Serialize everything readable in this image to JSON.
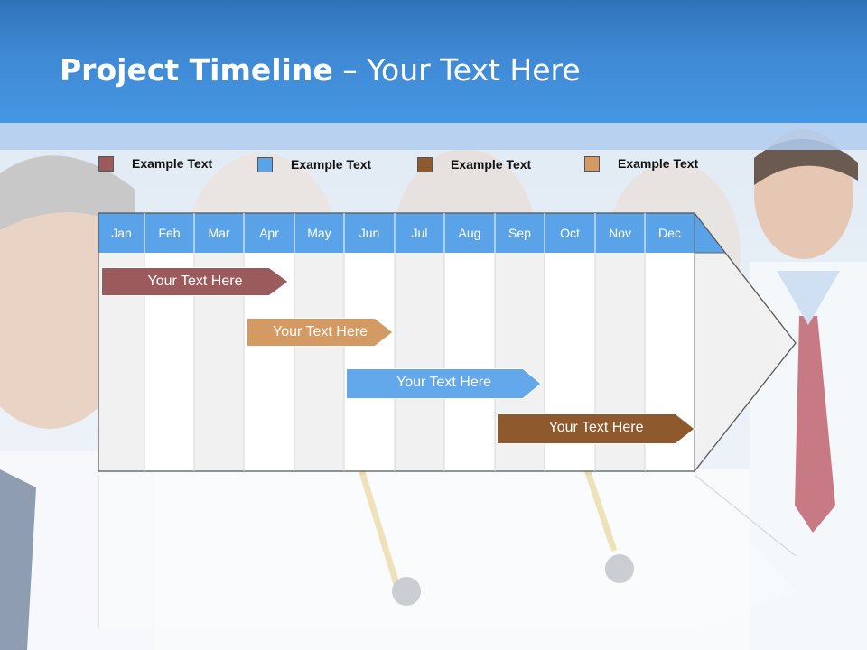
{
  "slide": {
    "title_bold": "Project Timeline",
    "title_rest": " – Your Text Here"
  },
  "legend": [
    {
      "label": "Example Text",
      "color": "#9b5a5c"
    },
    {
      "label": "Example Text",
      "color": "#5aa4e6"
    },
    {
      "label": "Example Text",
      "color": "#8e5a2d"
    },
    {
      "label": "Example Text",
      "color": "#d39a63"
    }
  ],
  "timeline": {
    "months": [
      "Jan",
      "Feb",
      "Mar",
      "Apr",
      "May",
      "Jun",
      "Jul",
      "Aug",
      "Sep",
      "Oct",
      "Nov",
      "Dec"
    ],
    "header_color": "#5ba3e8",
    "tasks": [
      {
        "label": "Your  Text Here",
        "color": "#9b5a5c"
      },
      {
        "label": "Your  Text Here",
        "color": "#d39a63"
      },
      {
        "label": "Your  Text Here",
        "color": "#62a8ea"
      },
      {
        "label": "Your  Text Here",
        "color": "#8e5a2d"
      }
    ]
  }
}
